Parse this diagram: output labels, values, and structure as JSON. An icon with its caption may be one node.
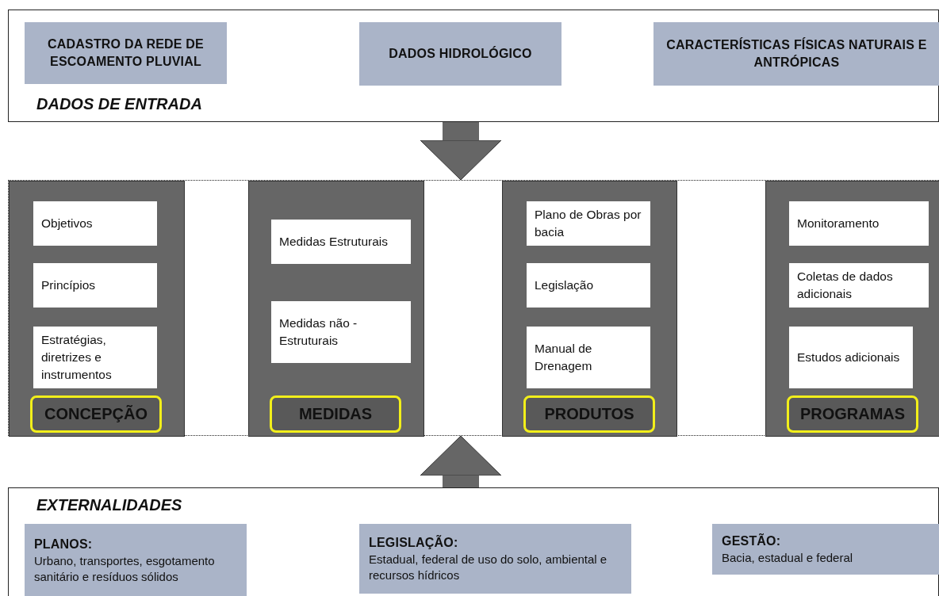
{
  "diagram": {
    "nodes": [
      {
        "text": [
          "DADOS DE ENTRADA"
        ]
      },
      {
        "text": [
          "CADASTRO DA REDE DE ESCOAMENTO PLUVIAL"
        ],
        "in": 0
      },
      {
        "text": [
          "DADOS HIDROLÓGICO"
        ],
        "in": 0
      },
      {
        "text": [
          "CARACTERÍSTICAS FÍSICAS NATURAIS E ANTRÓPICAS"
        ],
        "in": 0
      },
      {
        "text": [],
        "shape": "box"
      },
      {
        "text": [
          "CONCEPÇÃO"
        ],
        "in": 4
      },
      {
        "text": [
          "Objetivos"
        ],
        "in": 5
      },
      {
        "text": [
          "Princípios"
        ],
        "in": 5
      },
      {
        "text": [
          "Estratégias, diretrizes e instrumentos"
        ],
        "in": 5
      },
      {
        "text": [
          "MEDIDAS"
        ],
        "in": 4
      },
      {
        "text": [
          "Medidas Estruturais"
        ],
        "in": 9
      },
      {
        "text": [
          "Medidas não - Estruturais"
        ],
        "in": 9
      },
      {
        "text": [
          "PRODUTOS"
        ],
        "in": 4
      },
      {
        "text": [
          "Plano de Obras por bacia"
        ],
        "in": 12
      },
      {
        "text": [
          "Legislação"
        ],
        "in": 12
      },
      {
        "text": [
          "Manual de Drenagem"
        ],
        "in": 12
      },
      {
        "text": [
          "PROGRAMAS"
        ],
        "in": 4
      },
      {
        "text": [
          "Monitoramento"
        ],
        "in": 16
      },
      {
        "text": [
          "Coletas de dados adicionais"
        ],
        "in": 16
      },
      {
        "text": [
          "Estudos adicionais"
        ],
        "in": 16
      },
      {
        "text": [
          "EXTERNALIDADES"
        ]
      },
      {
        "text": [
          "PLANOS:",
          "Urbano, transportes, esgotamento sanitário e resíduos sólidos"
        ],
        "in": 20
      },
      {
        "text": [
          "LEGISLAÇÃO:",
          "Estadual, federal de uso do solo, ambiental e recursos hídricos"
        ],
        "in": 20
      },
      {
        "text": [
          "GESTÃO:",
          "Bacia, estadual e federal"
        ],
        "in": 20
      }
    ],
    "edges": [
      {
        "from": 0,
        "to": 4,
        "arrow": "to"
      },
      {
        "from": 20,
        "to": 4,
        "arrow": "to"
      }
    ]
  }
}
